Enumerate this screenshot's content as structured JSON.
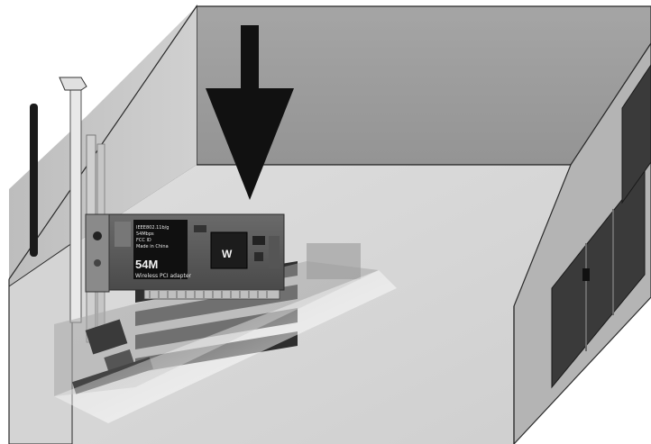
{
  "figure": {
    "card_text_lines": [
      "54M",
      "Wireless PCI adapter"
    ],
    "card_small_print": [
      "IEEE802.11b/g",
      "54Mbps",
      "FCC ID",
      "Made in China"
    ],
    "chip_logo": "W"
  },
  "colors": {
    "case_back_wall": "#9a9a9a",
    "case_floor": "#d9d9d9",
    "case_left_wall": "#c8c8c8",
    "case_front_panel": "#b4b4b4",
    "arrow": "#111111",
    "pcb": "#3a3a3a",
    "outline": "#2a2a2a"
  },
  "icons": {
    "arrow": "down-arrow-icon",
    "antenna": "antenna-icon"
  }
}
